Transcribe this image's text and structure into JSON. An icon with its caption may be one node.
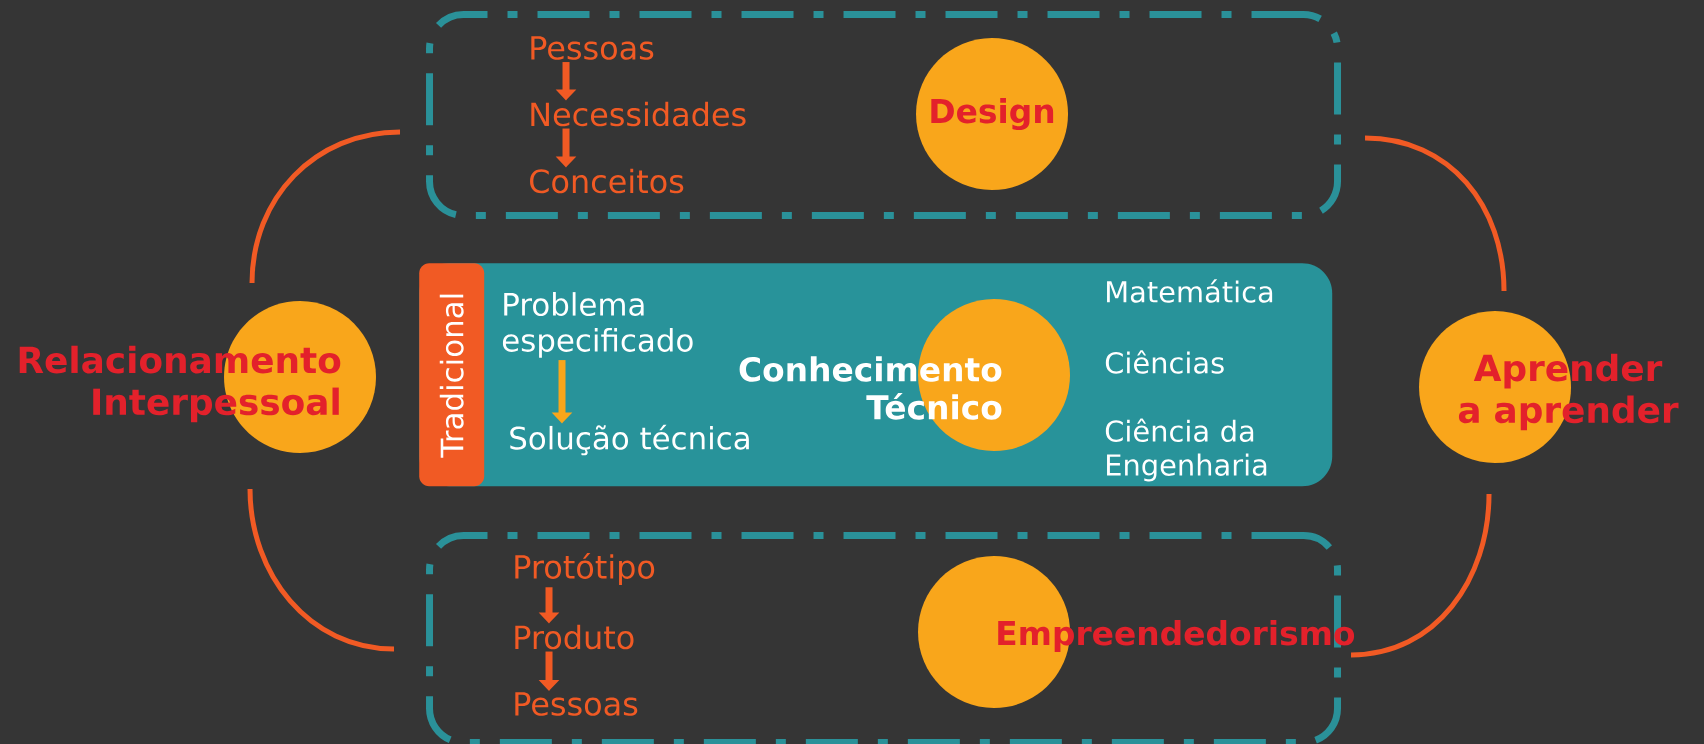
{
  "diagram": {
    "nodes": [
      {
        "text": [],
        "shape": "box"
      },
      {
        "text": [
          "Pessoas"
        ],
        "in": 0
      },
      {
        "text": [
          "Necessidades"
        ],
        "in": 0
      },
      {
        "text": [
          "Conceitos"
        ],
        "in": 0
      },
      {
        "text": [
          "Design"
        ],
        "in": 0
      },
      {
        "text": [],
        "shape": "box"
      },
      {
        "text": [
          "Tradicional"
        ],
        "in": 5
      },
      {
        "text": [
          "Problema especificado"
        ],
        "in": 5
      },
      {
        "text": [
          "Solução técnica"
        ],
        "in": 5
      },
      {
        "text": [
          "Conhecimento Técnico"
        ],
        "in": 5
      },
      {
        "text": [],
        "shape": "box"
      },
      {
        "text": [
          "Protótipo"
        ],
        "in": 10
      },
      {
        "text": [
          "Produto"
        ],
        "in": 10
      },
      {
        "text": [
          "Pessoas"
        ],
        "in": 10
      },
      {
        "text": [
          "Empreendedorismo"
        ],
        "in": 10
      },
      {
        "text": [
          "Relacionamento Interpessoal"
        ]
      },
      {
        "text": [
          "Aprender a aprender"
        ]
      }
    ],
    "edges": [
      {
        "from": 1,
        "to": 2,
        "arrow": "to"
      },
      {
        "from": 2,
        "to": 3,
        "arrow": "to"
      },
      {
        "from": 7,
        "to": 8,
        "arrow": "to",
        "color": "#f9a61b"
      },
      {
        "from": 11,
        "to": 12,
        "arrow": "to"
      },
      {
        "from": 12,
        "to": 13,
        "arrow": "to"
      },
      {
        "from": 15,
        "to": 0,
        "arrow": "none"
      },
      {
        "from": 15,
        "to": 10,
        "arrow": "none"
      },
      {
        "from": 16,
        "to": 0,
        "arrow": "none"
      },
      {
        "from": 16,
        "to": 10,
        "arrow": "none"
      }
    ],
    "labels": [
      "Matemática",
      "Ciências",
      "Ciência da Engenharia"
    ]
  }
}
